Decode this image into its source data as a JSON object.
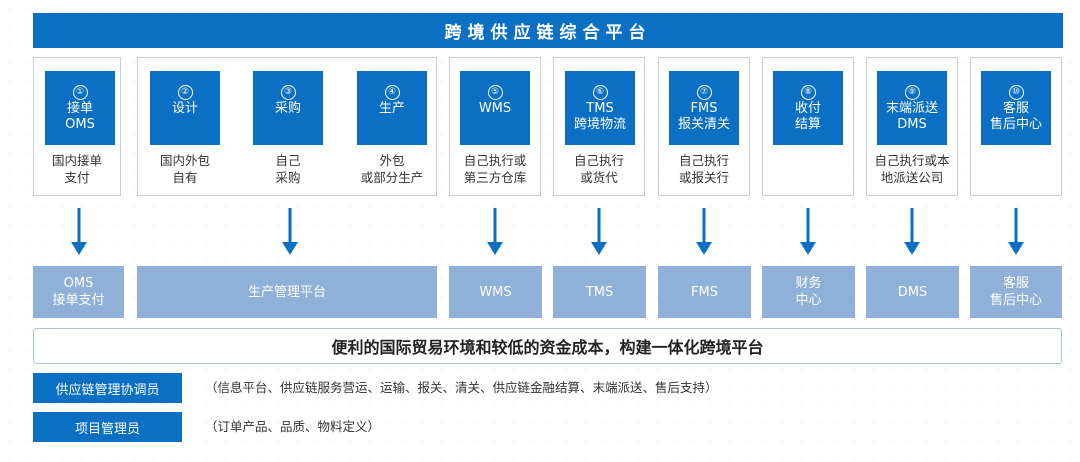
{
  "title": "跨境供应链综合平台",
  "colors": {
    "primary": "#0b6fc4",
    "secondary": "#8eb0d9",
    "border": "#c8ced6"
  },
  "steps": [
    {
      "num": "①",
      "lines": [
        "接单",
        "OMS"
      ],
      "desc": [
        "国内接单",
        "支付"
      ]
    },
    {
      "num": "②",
      "lines": [
        "设计"
      ],
      "desc": [
        "国内外包",
        "自有"
      ]
    },
    {
      "num": "③",
      "lines": [
        "采购"
      ],
      "desc": [
        "自己",
        "采购"
      ]
    },
    {
      "num": "④",
      "lines": [
        "生产"
      ],
      "desc": [
        "外包",
        "或部分生产"
      ]
    },
    {
      "num": "⑤",
      "lines": [
        "WMS"
      ],
      "desc": [
        "自己执行或",
        "第三方仓库"
      ]
    },
    {
      "num": "⑥",
      "lines": [
        "TMS",
        "跨境物流"
      ],
      "desc": [
        "自己执行",
        "或货代"
      ]
    },
    {
      "num": "⑦",
      "lines": [
        "FMS",
        "报关清关"
      ],
      "desc": [
        "自己执行",
        "或报关行"
      ]
    },
    {
      "num": "⑧",
      "lines": [
        "收付",
        "结算"
      ],
      "desc": []
    },
    {
      "num": "⑨",
      "lines": [
        "末端派送",
        "DMS"
      ],
      "desc": [
        "自己执行或本",
        "地派送公司"
      ]
    },
    {
      "num": "⑩",
      "lines": [
        "客服",
        "售后中心"
      ],
      "desc": []
    }
  ],
  "platforms": [
    {
      "lines": [
        "OMS",
        "接单支付"
      ]
    },
    {
      "lines": [
        "生产管理平台"
      ]
    },
    {
      "lines": [
        "WMS"
      ]
    },
    {
      "lines": [
        "TMS"
      ]
    },
    {
      "lines": [
        "FMS"
      ]
    },
    {
      "lines": [
        "财务",
        "中心"
      ]
    },
    {
      "lines": [
        "DMS"
      ]
    },
    {
      "lines": [
        "客服",
        "售后中心"
      ]
    }
  ],
  "banner": "便利的国际贸易环境和较低的资金成本，构建一体化跨境平台",
  "roles": [
    {
      "label": "供应链管理协调员",
      "desc": "（信息平台、供应链服务营运、运输、报关、清关、供应链金融结算、末端派送、售后支持）"
    },
    {
      "label": "项目管理员",
      "desc": "（订单产品、品质、物料定义）"
    }
  ]
}
